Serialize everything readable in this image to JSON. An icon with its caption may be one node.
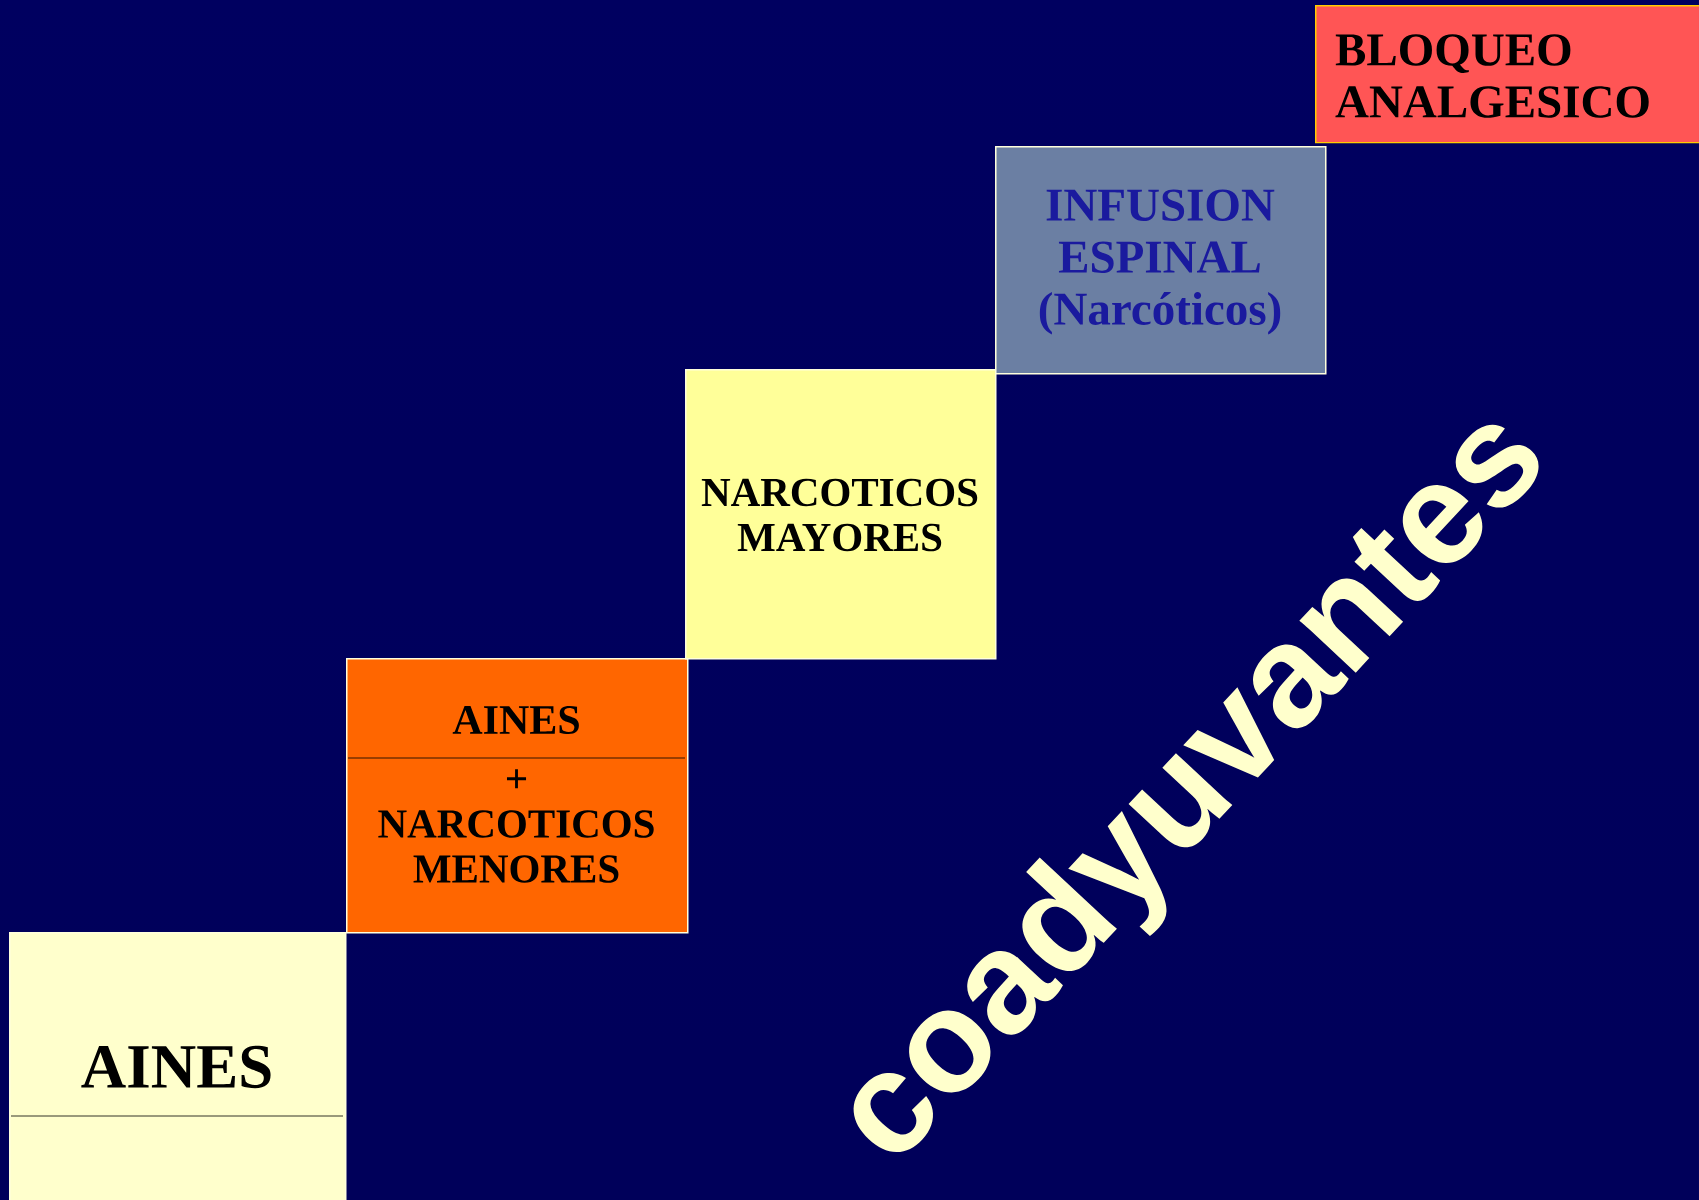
{
  "diagram": {
    "nodes": [
      {
        "text": [
          "AINES"
        ]
      },
      {
        "text": [
          "AINES",
          "+ NARCOTICOS MENORES"
        ]
      },
      {
        "text": [
          "NARCOTICOS MAYORES"
        ]
      },
      {
        "text": [
          "INFUSION ESPINAL (Narcóticos)"
        ]
      },
      {
        "text": [
          "BLOQUEO ANALGESICO"
        ]
      }
    ],
    "labels": [
      "coadyuvantes"
    ]
  }
}
